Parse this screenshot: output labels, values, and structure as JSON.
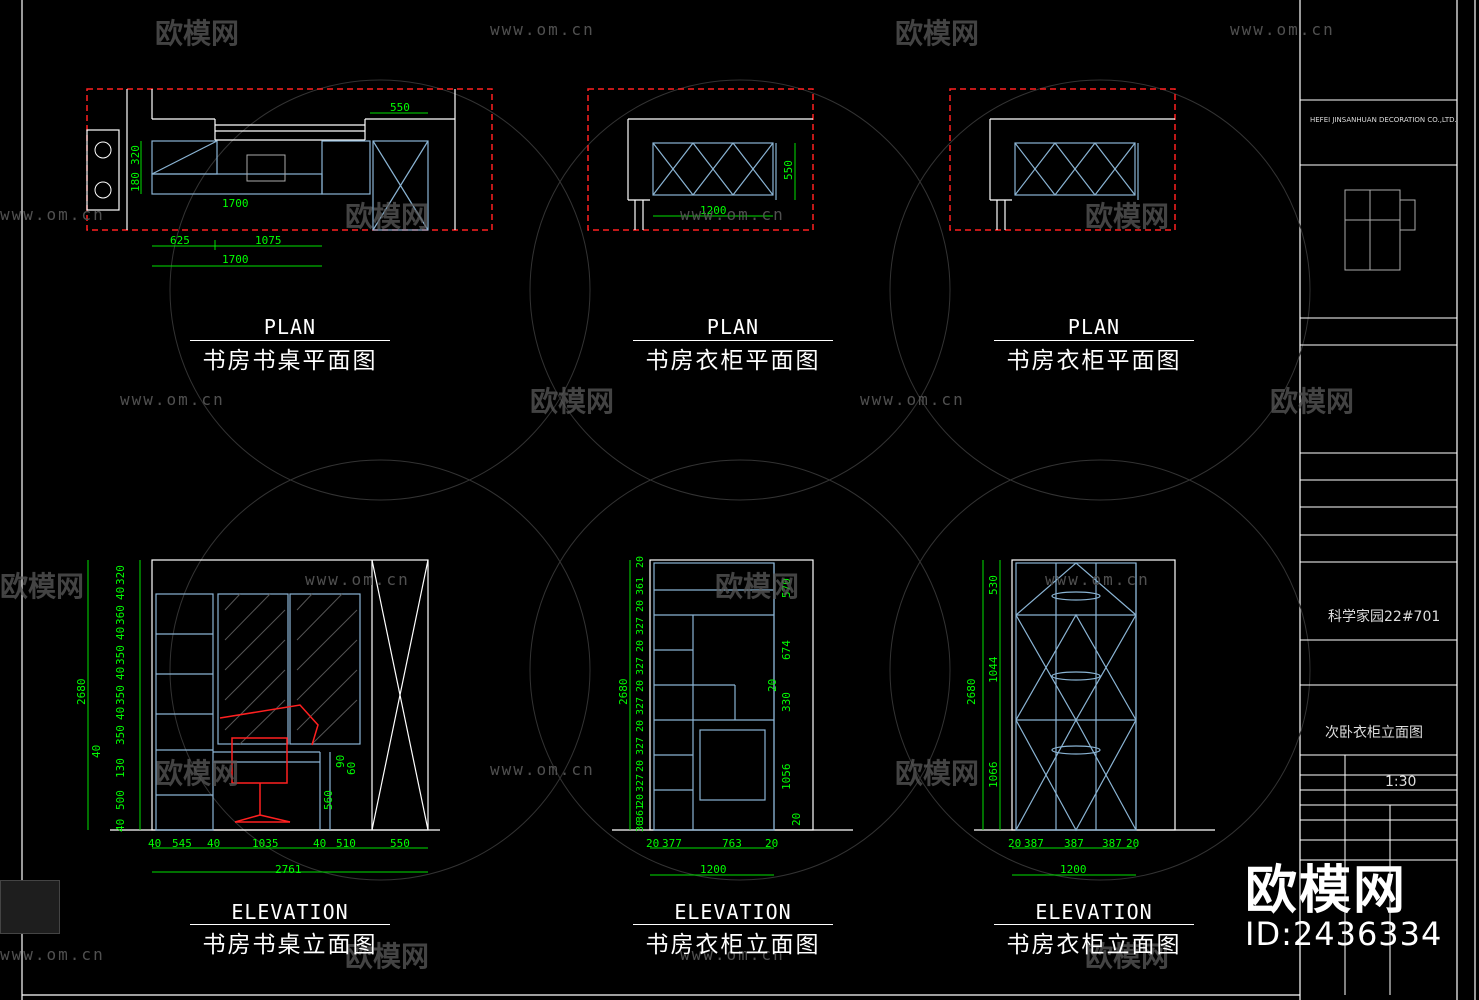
{
  "watermark": {
    "logo_text": "欧模网",
    "url_text": "www.om.cn",
    "id_text": "ID:2436334"
  },
  "sections": {
    "plan1": {
      "en": "PLAN",
      "cn": "书房书桌平面图"
    },
    "plan2": {
      "en": "PLAN",
      "cn": "书房衣柜平面图"
    },
    "plan3": {
      "en": "PLAN",
      "cn": "书房衣柜平面图"
    },
    "elev1": {
      "en": "ELEVATION",
      "cn": "书房书桌立面图"
    },
    "elev2": {
      "en": "ELEVATION",
      "cn": "书房衣柜立面图"
    },
    "elev3": {
      "en": "ELEVATION",
      "cn": "书房衣柜立面图"
    }
  },
  "title_block": {
    "company": "HEFEI JINSANHUAN DECORATION CO.,LTD.",
    "project_name": "科学家园22#701",
    "drawing_name": "次卧衣柜立面图",
    "scale": "1:30"
  },
  "dims": {
    "p1_550": "550",
    "p1_1700a": "1700",
    "p1_625": "625",
    "p1_1075": "1075",
    "p1_1700b": "1700",
    "p1_320": "320",
    "p1_180": "180",
    "p2_1200": "1200",
    "p2_550": "550",
    "e1_2680": "2680",
    "e1_2761": "2761",
    "e1_b40a": "40",
    "e1_545": "545",
    "e1_b40b": "40",
    "e1_1035": "1035",
    "e1_b40c": "40",
    "e1_510": "510",
    "e1_550": "550",
    "e1_560": "560",
    "e1_90": "90",
    "e1_60": "60",
    "e1_v320": "320",
    "e1_v40a": "40",
    "e1_v360": "360",
    "e1_v40b": "40",
    "e1_v350a": "350",
    "e1_v40c": "40",
    "e1_v350b": "350",
    "e1_v40d": "40",
    "e1_v350c": "350",
    "e1_v40e": "40",
    "e1_v130": "130",
    "e1_v500": "500",
    "e1_v40f": "40",
    "e2_2680": "2680",
    "e2_1200": "1200",
    "e2_b20a": "20",
    "e2_377": "377",
    "e2_763": "763",
    "e2_b20b": "20",
    "e2_v20a": "20",
    "e2_v361a": "361",
    "e2_v20b": "20",
    "e2_v327a": "327",
    "e2_v20c": "20",
    "e2_v327b": "327",
    "e2_v20d": "20",
    "e2_v327c": "327",
    "e2_v20e": "20",
    "e2_v327d": "327",
    "e2_v20f": "20",
    "e2_v327e": "327",
    "e2_v20g": "20",
    "e2_v361b": "361",
    "e2_v30": "30",
    "e2_r570": "570",
    "e2_r674": "674",
    "e2_r20a": "20",
    "e2_r330": "330",
    "e2_r1056": "1056",
    "e2_r20b": "20",
    "e3_2680": "2680",
    "e3_530": "530",
    "e3_1044": "1044",
    "e3_1066": "1066",
    "e3_1200": "1200",
    "e3_b20a": "20",
    "e3_387a": "387",
    "e3_387b": "387",
    "e3_387c": "387",
    "e3_b20b": "20"
  }
}
